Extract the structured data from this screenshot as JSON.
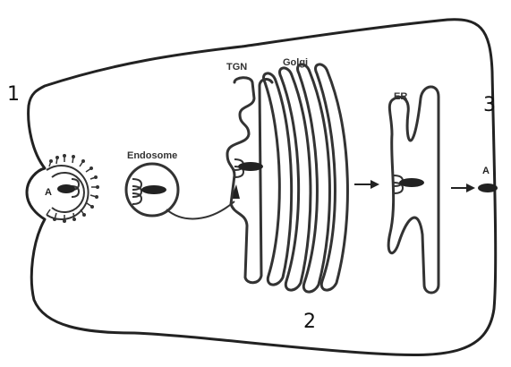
{
  "labels": {
    "tgn": "TGN",
    "golgi": "Golgi",
    "er": "ER",
    "endosome": "Endosome",
    "molecule_a_surface": "A",
    "molecule_a_released": "A"
  },
  "step_numbers": {
    "step1": "1",
    "step2": "2",
    "step3": "3"
  }
}
